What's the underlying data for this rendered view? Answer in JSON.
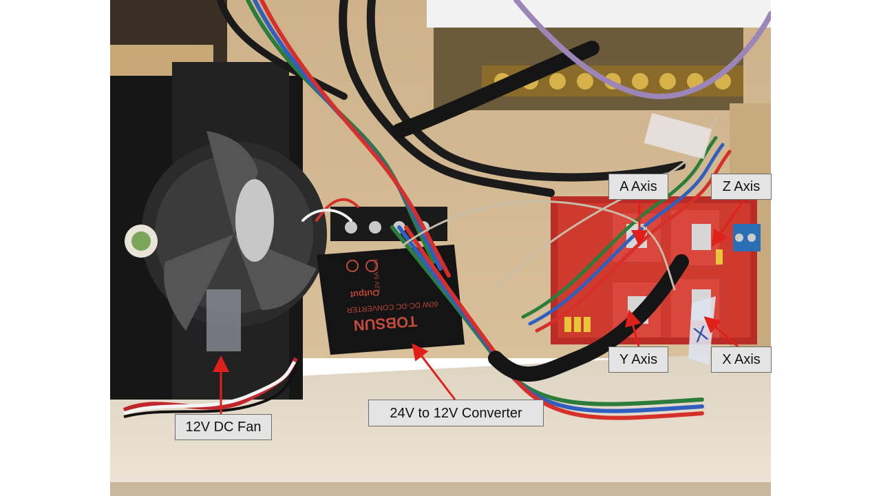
{
  "labels": {
    "fan": "12V DC Fan",
    "converter": "24V to 12V Converter",
    "a_axis": "A Axis",
    "z_axis": "Z Axis",
    "y_axis": "Y Axis",
    "x_axis": "X Axis",
    "converter_brand": "TOBSUN",
    "converter_desc": "60W DC-DC CONVERTER",
    "converter_output": "Output",
    "converter_rating": "12V 5A max",
    "stepper_marker": "X"
  },
  "colors": {
    "arrow": "#e0201b",
    "callout_bg": "#e4e4e4",
    "callout_border": "#6b6b6b",
    "wood": "#d9c3a0",
    "shelf": "#e6dccb",
    "board_red": "#c8322a"
  }
}
